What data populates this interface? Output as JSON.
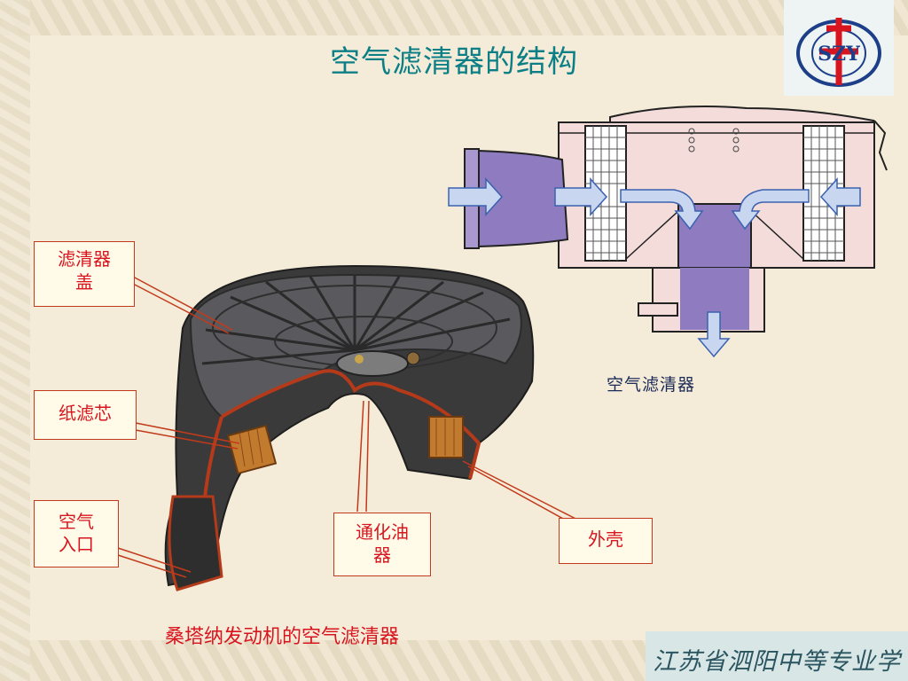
{
  "slide": {
    "title": "空气滤清器的结构",
    "caption": "桑塔纳发动机的空气滤清器",
    "schematic_caption": "空气滤清器",
    "school_name": "江苏省泗阳中等专业学校",
    "logo_text": "SZY"
  },
  "labels": {
    "cover": "滤清器\n盖",
    "paper_element": "纸滤芯",
    "air_inlet": "空气\n入口",
    "vent_pipe": "通化油\n器",
    "housing": "外壳"
  },
  "colors": {
    "title": "#0c7f86",
    "label_text": "#d8151f",
    "leader_line": "#c23a1b",
    "label_fill": "#fffbe8",
    "schematic_body": "#f3dcd9",
    "schematic_duct": "#8f7bbf",
    "arrow_fill": "#c9d6f0",
    "arrow_stroke": "#3a62b0"
  }
}
